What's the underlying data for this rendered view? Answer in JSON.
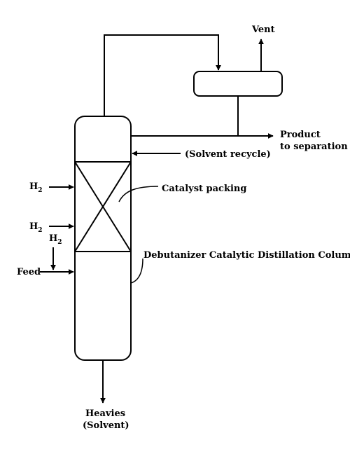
{
  "labels": {
    "vent": "Vent",
    "product_line1": "Product",
    "product_line2": "to separation",
    "solvent_recycle": "(Solvent recycle)",
    "h2_main": "H",
    "h2_sub": "2",
    "catalyst_packing": "Catalyst packing",
    "column_name": "Debutanizer Catalytic Distillation Column",
    "feed": "Feed",
    "heavies_line1": "Heavies",
    "heavies_line2": "(Solvent)"
  },
  "colors": {
    "line": "#000000",
    "background": "#ffffff"
  }
}
